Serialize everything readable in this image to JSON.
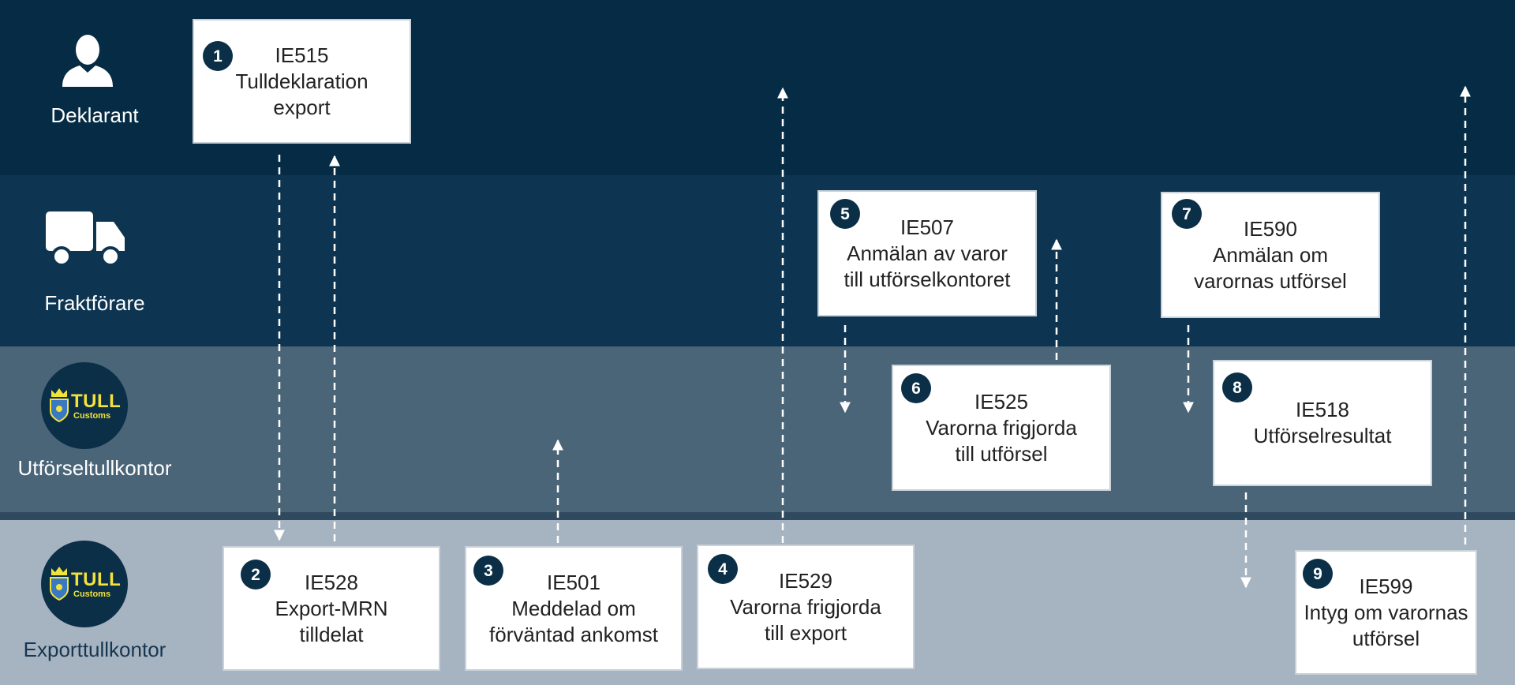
{
  "actors": [
    {
      "id": "deklarant",
      "label": "Deklarant",
      "icon": "person-icon"
    },
    {
      "id": "fraktforare",
      "label": "Fraktförare",
      "icon": "truck-icon"
    },
    {
      "id": "utforseltullkontor",
      "label": "Utförseltullkontor",
      "icon": "tull-customs-logo"
    },
    {
      "id": "exporttullkontor",
      "label": "Exporttullkontor",
      "icon": "tull-customs-logo"
    }
  ],
  "logo_text": {
    "tull": "TULL",
    "customs": "Customs"
  },
  "messages": [
    {
      "step": "1",
      "code": "IE515",
      "lines": [
        "Tulldeklaration",
        "export"
      ]
    },
    {
      "step": "2",
      "code": "IE528",
      "lines": [
        "Export-MRN",
        "tilldelat"
      ]
    },
    {
      "step": "3",
      "code": "IE501",
      "lines": [
        "Meddelad om",
        "förväntad ankomst"
      ]
    },
    {
      "step": "4",
      "code": "IE529",
      "lines": [
        "Varorna frigjorda",
        "till export"
      ]
    },
    {
      "step": "5",
      "code": "IE507",
      "lines": [
        "Anmälan av varor",
        "till utförselkontoret"
      ]
    },
    {
      "step": "6",
      "code": "IE525",
      "lines": [
        "Varorna frigjorda",
        "till utförsel"
      ]
    },
    {
      "step": "7",
      "code": "IE590",
      "lines": [
        "Anmälan om",
        "varornas utförsel"
      ]
    },
    {
      "step": "8",
      "code": "IE518",
      "lines": [
        "Utförselresultat"
      ]
    },
    {
      "step": "9",
      "code": "IE599",
      "lines": [
        "Intyg om varornas",
        "utförsel"
      ]
    }
  ],
  "colors": {
    "lane_deklarant": "#052c44",
    "lane_fraktforare": "#0d3551",
    "lane_utforsel": "#4a6478",
    "lane_export": "#a6b3c1",
    "badge": "#0a2f47",
    "logo_text": "#f2e23a",
    "arrow": "#ffffff"
  }
}
